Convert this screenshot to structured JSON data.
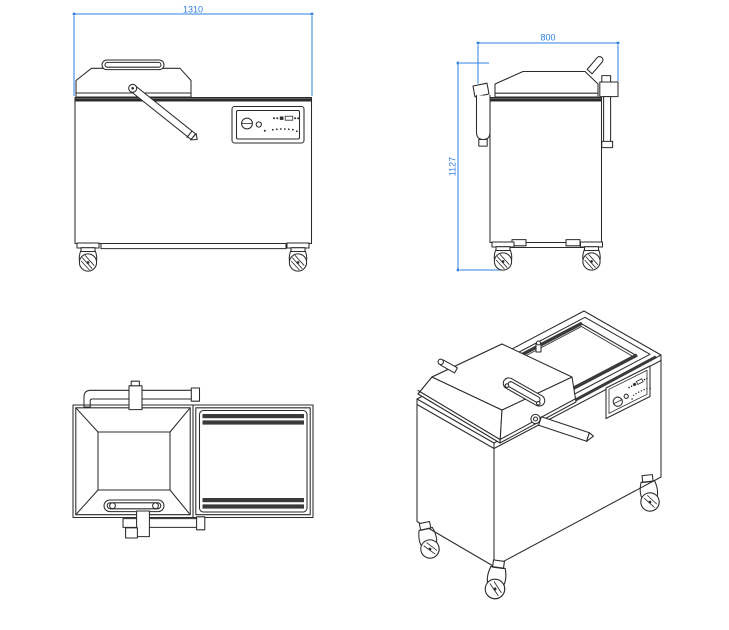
{
  "colors": {
    "background": "#ffffff",
    "line": "#2b2b2b",
    "seal_bar": "#3a3a3a",
    "dimension": "#2f7fe3"
  },
  "dimensions": {
    "front_width": "1310",
    "side_width": "800",
    "side_height": "1127"
  }
}
